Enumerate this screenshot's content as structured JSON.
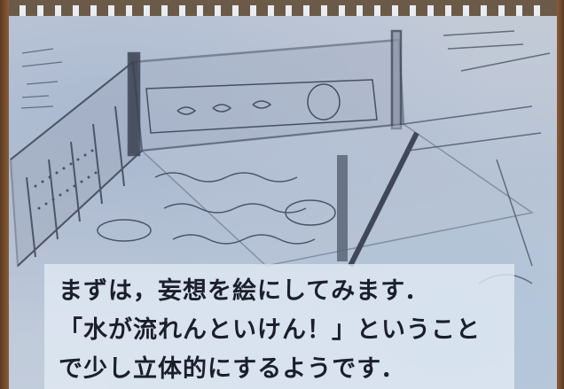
{
  "caption": {
    "line1": "まずは，妄想を絵にしてみます．",
    "line2": "「水が流れんといけん！」ということ",
    "line3": "で少し立体的にするようです．"
  }
}
